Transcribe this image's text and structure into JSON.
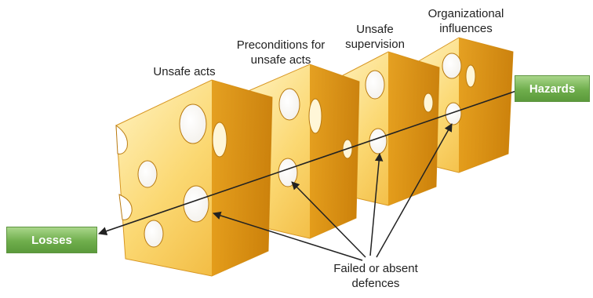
{
  "labels": {
    "organizational": "Organizational",
    "influences": "influences",
    "unsafe": "Unsafe",
    "supervision": "supervision",
    "preconditions_line1": "Preconditions for",
    "preconditions_line2": "unsafe acts",
    "unsafe_acts": "Unsafe acts",
    "failed_line1": "Failed or absent",
    "failed_line2": "defences"
  },
  "boxes": {
    "hazards": "Hazards",
    "losses": "Losses"
  },
  "colors": {
    "cheese_front_light": "#fde9a8",
    "cheese_front_dark": "#f2b531",
    "cheese_side": "#dd8f0f",
    "box_green": "#6fae4c"
  }
}
